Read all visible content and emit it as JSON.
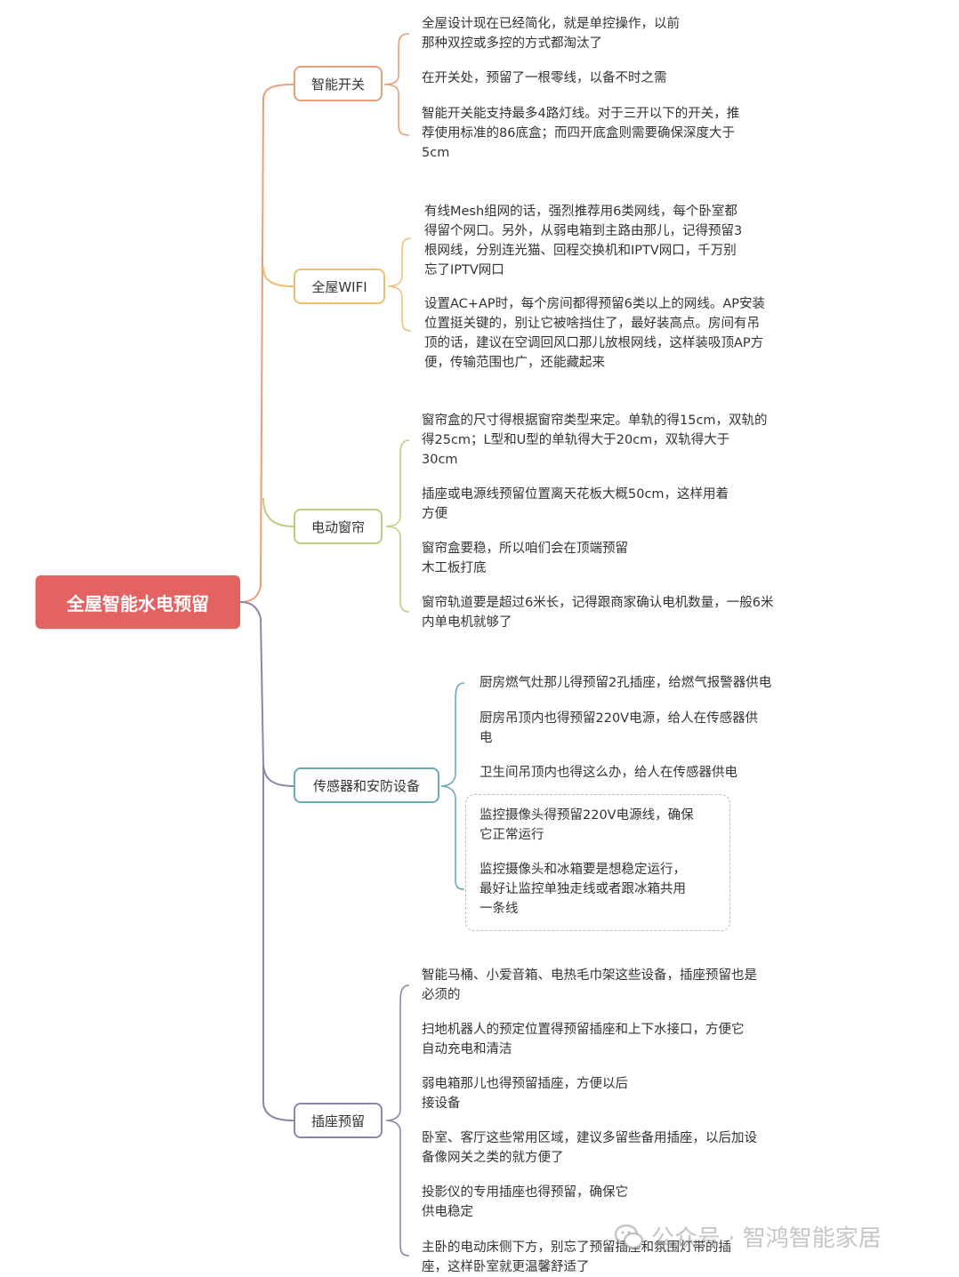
{
  "root": {
    "label": "全屋智能水电预留",
    "color": "#e36262"
  },
  "branches": [
    {
      "label": "智能开关",
      "color": "#e8a07a",
      "leaves": [
        "全屋设计现在已经简化，就是单控操作，以前\n那种双控或多控的方式都淘汰了",
        "在开关处，预留了一根零线，以备不时之需",
        "智能开关能支持最多4路灯线。对于三开以下的开关，推\n荐使用标准的86底盒；而四开底盒则需要确保深度大于\n5cm"
      ]
    },
    {
      "label": "全屋WIFI",
      "color": "#e8c272",
      "leaves": [
        "有线Mesh组网的话，强烈推荐用6类网线，每个卧室都\n得留个网口。另外，从弱电箱到主路由那儿，记得预留3\n根网线，分别连光猫、回程交换机和IPTV网口，千万别\n忘了IPTV网口",
        "设置AC+AP时，每个房间都得预留6类以上的网线。AP安装\n位置挺关键的，别让它被啥挡住了，最好装高点。房间有吊\n顶的话，建议在空调回风口那儿放根网线，这样装吸顶AP方\n便，传输范围也广，还能藏起来"
      ]
    },
    {
      "label": "电动窗帘",
      "color": "#b9cf7e",
      "leaves": [
        "窗帘盒的尺寸得根据窗帘类型来定。单轨的得15cm，双轨的\n得25cm；L型和U型的单轨得大于20cm，双轨得大于\n30cm",
        "插座或电源线预留位置离天花板大概50cm，这样用着\n方便",
        "窗帘盒要稳，所以咱们会在顶端预留\n木工板打底",
        "窗帘轨道要是超过6米长，记得跟商家确认电机数量，一般6米\n内单电机就够了"
      ]
    },
    {
      "label": "传感器和安防设备",
      "color": "#6fa9b5",
      "leaves": [
        "厨房燃气灶那儿得预留2孔插座，给燃气报警器供电",
        "厨房吊顶内也得预留220V电源，给人在传感器供\n电",
        "卫生间吊顶内也得这么办，给人在传感器供电",
        "监控摄像头得预留220V电源线，确保\n它正常运行",
        "监控摄像头和冰箱要是想稳定运行，\n最好让监控单独走线或者跟冰箱共用\n一条线"
      ]
    },
    {
      "label": "插座预留",
      "color": "#8c86a8",
      "leaves": [
        "智能马桶、小爱音箱、电热毛巾架这些设备，插座预留也是\n必须的",
        "扫地机器人的预定位置得预留插座和上下水接口，方便它\n自动充电和清洁",
        "弱电箱那儿也得预留插座，方便以后\n接设备",
        "卧室、客厅这些常用区域，建议多留些备用插座，以后加设\n备像网关之类的就方便了",
        "投影仪的专用插座也得预留，确保它\n供电稳定",
        "主卧的电动床侧下方，别忘了预留插座和氛围灯带的插\n座，这样卧室就更温馨舒适了"
      ]
    }
  ],
  "watermark": "公众号 · 智鸿智能家居"
}
